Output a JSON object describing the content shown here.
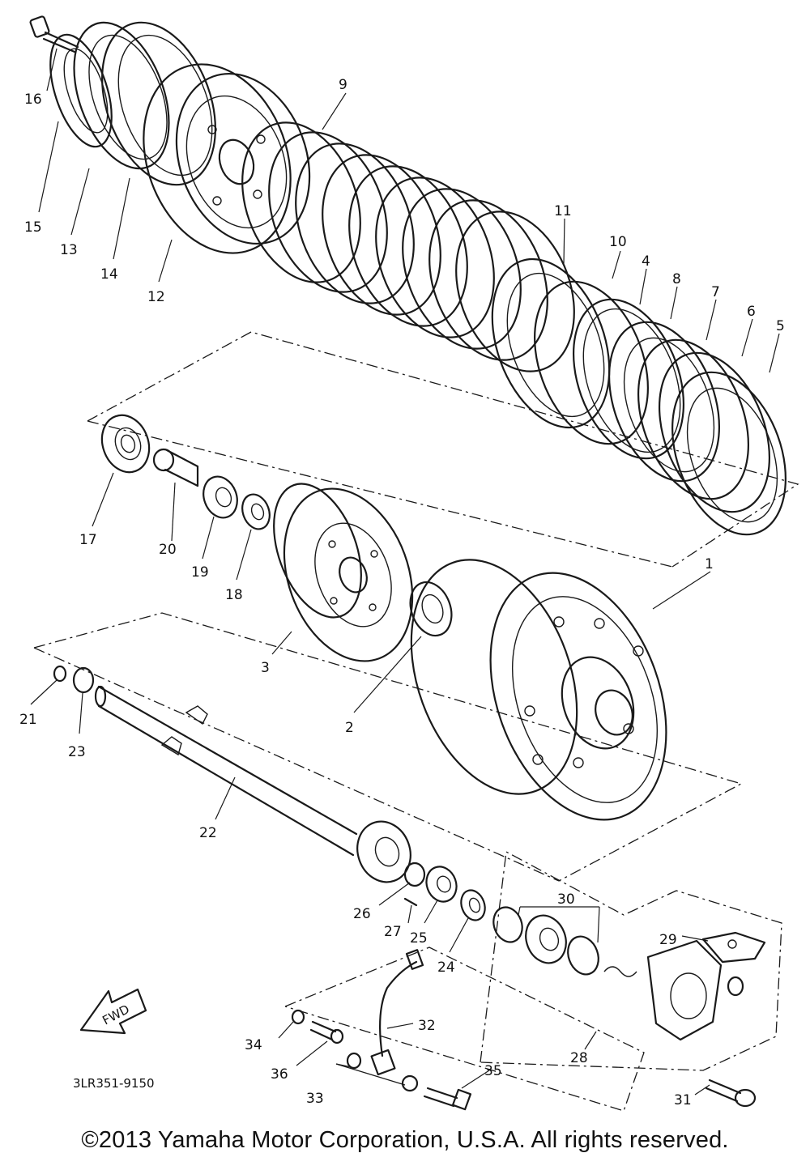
{
  "diagram": {
    "code": "3LR351-9150",
    "fwd_label": "FWD",
    "callouts": [
      {
        "id": "c1",
        "label": "1"
      },
      {
        "id": "c2",
        "label": "2"
      },
      {
        "id": "c3",
        "label": "3"
      },
      {
        "id": "c4",
        "label": "4"
      },
      {
        "id": "c5",
        "label": "5"
      },
      {
        "id": "c6",
        "label": "6"
      },
      {
        "id": "c7",
        "label": "7"
      },
      {
        "id": "c8",
        "label": "8"
      },
      {
        "id": "c9",
        "label": "9"
      },
      {
        "id": "c10",
        "label": "10"
      },
      {
        "id": "c11",
        "label": "11"
      },
      {
        "id": "c12",
        "label": "12"
      },
      {
        "id": "c13",
        "label": "13"
      },
      {
        "id": "c14",
        "label": "14"
      },
      {
        "id": "c15",
        "label": "15"
      },
      {
        "id": "c16",
        "label": "16"
      },
      {
        "id": "c17",
        "label": "17"
      },
      {
        "id": "c18",
        "label": "18"
      },
      {
        "id": "c19",
        "label": "19"
      },
      {
        "id": "c20",
        "label": "20"
      },
      {
        "id": "c21",
        "label": "21"
      },
      {
        "id": "c22",
        "label": "22"
      },
      {
        "id": "c23",
        "label": "23"
      },
      {
        "id": "c24",
        "label": "24"
      },
      {
        "id": "c25",
        "label": "25"
      },
      {
        "id": "c26",
        "label": "26"
      },
      {
        "id": "c27",
        "label": "27"
      },
      {
        "id": "c28",
        "label": "28"
      },
      {
        "id": "c29",
        "label": "29"
      },
      {
        "id": "c30",
        "label": "30"
      },
      {
        "id": "c31",
        "label": "31"
      },
      {
        "id": "c32",
        "label": "32"
      },
      {
        "id": "c33",
        "label": "33"
      },
      {
        "id": "c34",
        "label": "34"
      },
      {
        "id": "c35",
        "label": "35"
      },
      {
        "id": "c36",
        "label": "36"
      }
    ]
  },
  "footer": {
    "copyright": "©2013 Yamaha Motor Corporation, U.S.A. All rights reserved."
  }
}
